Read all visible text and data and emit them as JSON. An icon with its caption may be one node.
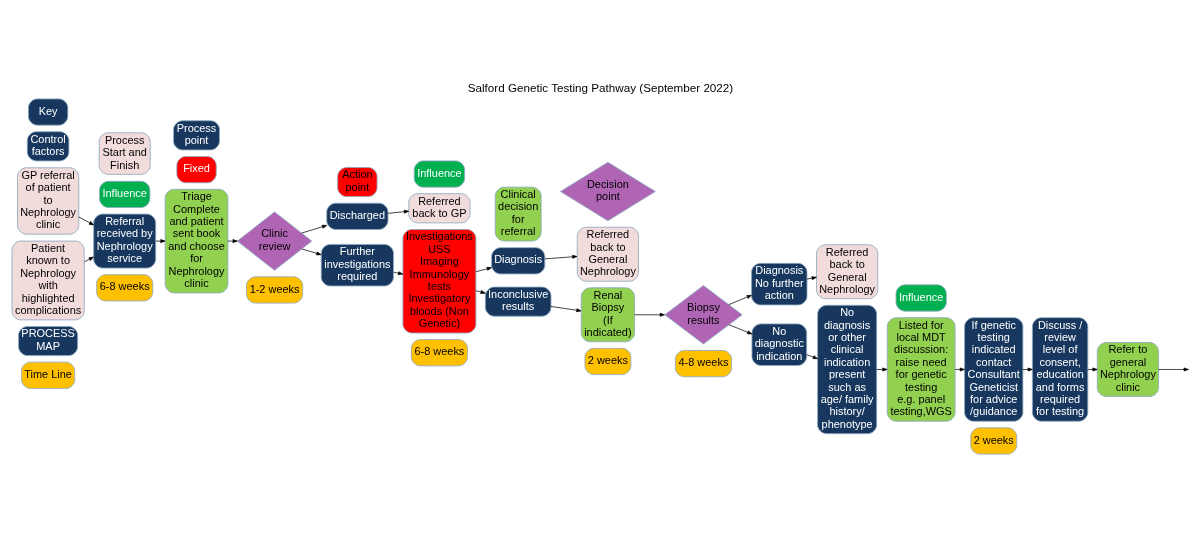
{
  "diagram": {
    "title": "Salford Genetic Testing Pathway (September 2022)",
    "nodes": [
      {
        "text": [
          "Time Line"
        ]
      },
      {
        "text": [
          "6-8 weeks"
        ]
      },
      {
        "text": [
          "1-2 weeks"
        ]
      },
      {
        "text": [
          "6-8 weeks"
        ]
      },
      {
        "text": [
          "2 weeks"
        ]
      },
      {
        "text": [
          "4-8 weeks"
        ]
      },
      {
        "text": [
          "2 weeks"
        ]
      },
      {
        "text": [
          "PROCESS MAP"
        ]
      },
      {
        "text": [
          "GP referral of patient to Nephrology clinic"
        ]
      },
      {
        "text": [
          "Patient known to Nephrology with highlighted complications"
        ]
      },
      {
        "text": [
          "Referral received by Nephrology service"
        ]
      },
      {
        "text": [
          "Triage Complete and patient sent book and choose for Nephrology clinic"
        ]
      },
      {
        "text": [
          "Clinic review"
        ]
      },
      {
        "text": [
          "Discharged"
        ]
      },
      {
        "text": [
          "Referred back to GP"
        ]
      },
      {
        "text": [
          "Further investigations required"
        ]
      },
      {
        "text": [
          "Investigations",
          "USS",
          "Imaging",
          "Immunology tests",
          "Investigatory bloods (Non Genetic)"
        ]
      },
      {
        "text": [
          "Diagnosis"
        ]
      },
      {
        "text": [
          "Referred back to General Nephrology"
        ]
      },
      {
        "text": [
          "Inconclusive results"
        ]
      },
      {
        "text": [
          "Renal Biopsy",
          "(If indicated)"
        ]
      },
      {
        "text": [
          "Biopsy results"
        ]
      },
      {
        "text": [
          "Diagnosis",
          "No further action"
        ]
      },
      {
        "text": [
          "Referred back to General Nephrology"
        ]
      },
      {
        "text": [
          "No diagnostic indication"
        ]
      },
      {
        "text": [
          "No diagnosis or other clinical indication present such as age/ family history/ phenotype"
        ]
      },
      {
        "text": [
          "Listed for local MDT discussion: raise need for genetic testing e.g. panel testing,WGS"
        ]
      },
      {
        "text": [
          "If genetic testing indicated contact Consultant Geneticist for advice /guidance"
        ]
      },
      {
        "text": [
          "Discuss / review level of consent, education and forms required for testing"
        ]
      },
      {
        "text": [
          "Refer to general Nephrology clinic"
        ]
      },
      {
        "text": [
          "Control factors"
        ]
      },
      {
        "text": [
          "Influence"
        ]
      },
      {
        "text": [
          "Fixed"
        ]
      },
      {
        "text": [
          "Influence"
        ]
      },
      {
        "text": [
          "Influence"
        ]
      },
      {
        "text": [
          "Key"
        ]
      },
      {
        "text": [
          "Process Start and Finish"
        ]
      },
      {
        "text": [
          "Process point"
        ]
      },
      {
        "text": [
          "Action point"
        ]
      },
      {
        "text": [
          "Clinical decision for referral"
        ]
      },
      {
        "text": [
          "Decision point"
        ]
      }
    ],
    "edges": [
      {
        "from": 8,
        "to": 10,
        "arrow": "to"
      },
      {
        "from": 9,
        "to": 10,
        "arrow": "to"
      },
      {
        "from": 10,
        "to": 11,
        "arrow": "to"
      },
      {
        "from": 11,
        "to": 12,
        "arrow": "to"
      },
      {
        "from": 12,
        "to": 13,
        "arrow": "to"
      },
      {
        "from": 12,
        "to": 15,
        "arrow": "to"
      },
      {
        "from": 13,
        "to": 14,
        "arrow": "to"
      },
      {
        "from": 15,
        "to": 16,
        "arrow": "to"
      },
      {
        "from": 16,
        "to": 17,
        "arrow": "to"
      },
      {
        "from": 16,
        "to": 19,
        "arrow": "to"
      },
      {
        "from": 17,
        "to": 18,
        "arrow": "to"
      },
      {
        "from": 19,
        "to": 20,
        "arrow": "to"
      },
      {
        "from": 20,
        "to": 21,
        "arrow": "to"
      },
      {
        "from": 21,
        "to": 22,
        "arrow": "to"
      },
      {
        "from": 21,
        "to": 24,
        "arrow": "to"
      },
      {
        "from": 22,
        "to": 23,
        "arrow": "to"
      },
      {
        "from": 24,
        "to": 25,
        "arrow": "to"
      },
      {
        "from": 25,
        "to": 26,
        "arrow": "to"
      },
      {
        "from": 26,
        "to": 27,
        "arrow": "to"
      },
      {
        "from": 27,
        "to": 28,
        "arrow": "to"
      },
      {
        "from": 28,
        "to": 29,
        "arrow": "to"
      },
      {
        "from": 29,
        "to": null,
        "arrow": "to"
      }
    ]
  }
}
